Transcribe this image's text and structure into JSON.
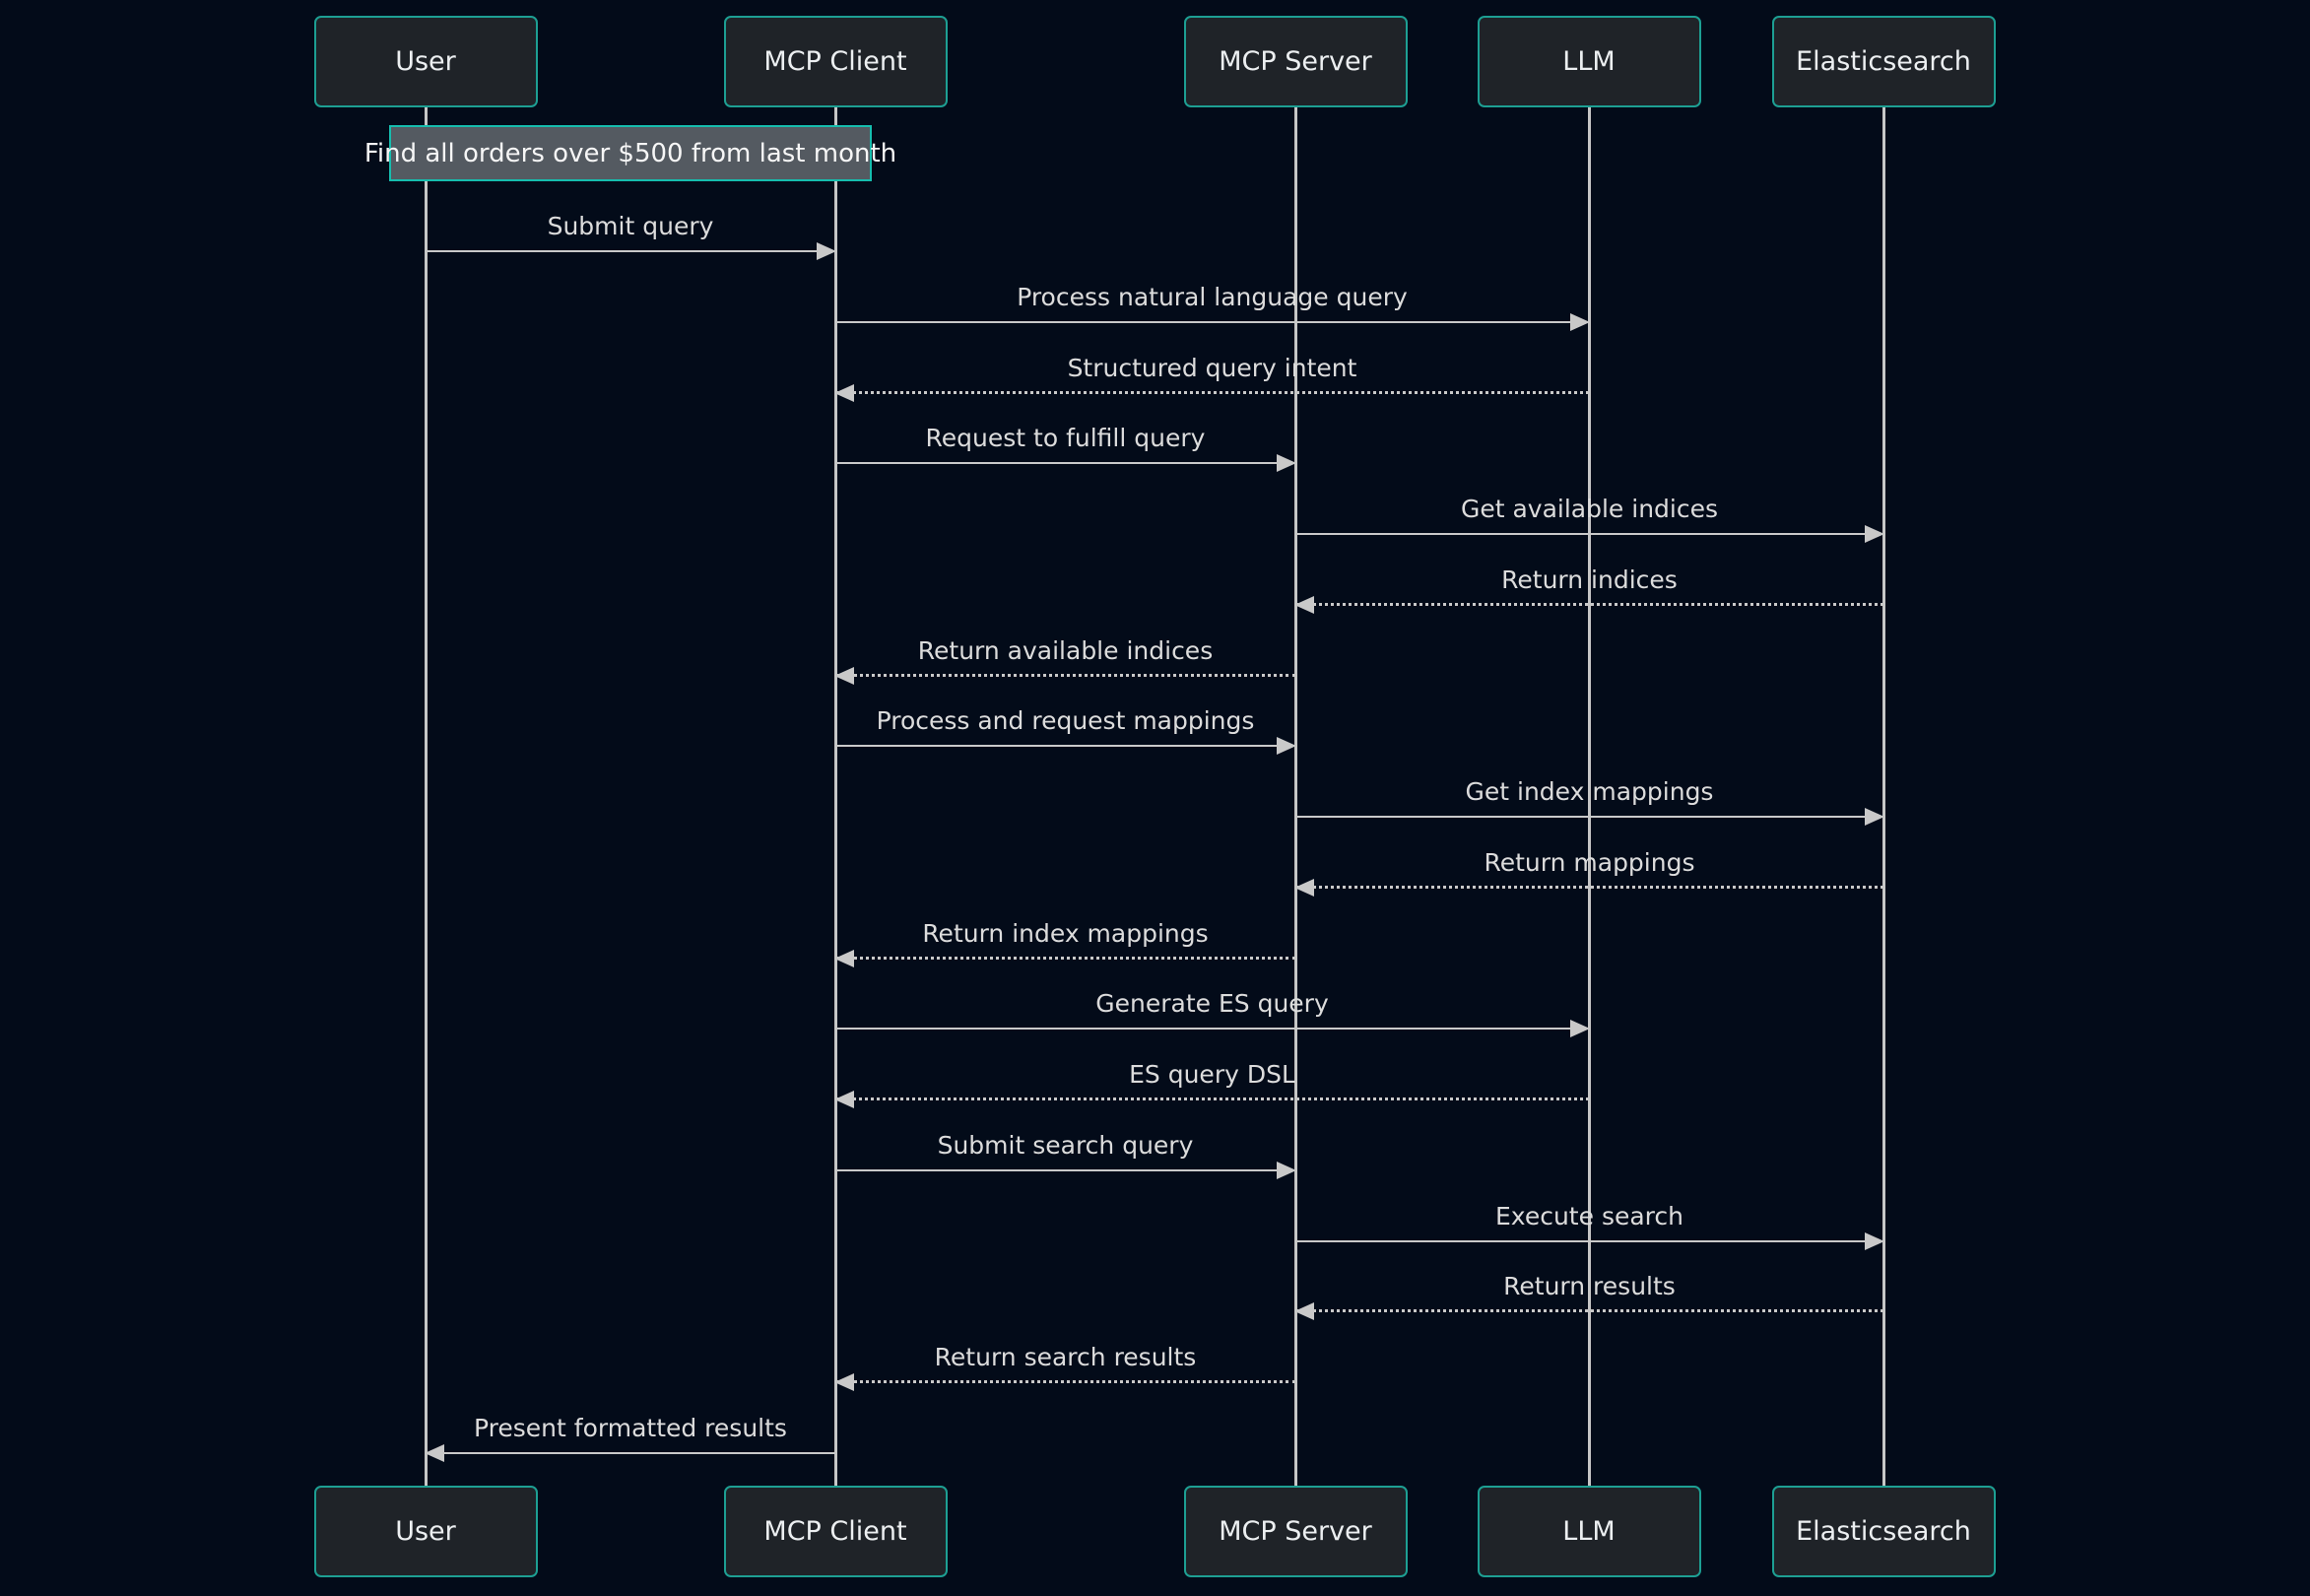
{
  "diagram": {
    "type": "sequence-diagram",
    "actors": [
      {
        "id": "user",
        "label": "User"
      },
      {
        "id": "mcp_client",
        "label": "MCP Client"
      },
      {
        "id": "mcp_server",
        "label": "MCP Server"
      },
      {
        "id": "llm",
        "label": "LLM"
      },
      {
        "id": "elasticsearch",
        "label": "Elasticsearch"
      }
    ],
    "note": {
      "text": "Find all orders over $500 from last month",
      "over": [
        "user",
        "mcp_client"
      ]
    },
    "messages": [
      {
        "from": "user",
        "to": "mcp_client",
        "label": "Submit query",
        "style": "solid"
      },
      {
        "from": "mcp_client",
        "to": "llm",
        "label": "Process natural language query",
        "style": "solid"
      },
      {
        "from": "llm",
        "to": "mcp_client",
        "label": "Structured query intent",
        "style": "dotted"
      },
      {
        "from": "mcp_client",
        "to": "mcp_server",
        "label": "Request to fulfill query",
        "style": "solid"
      },
      {
        "from": "mcp_server",
        "to": "elasticsearch",
        "label": "Get available indices",
        "style": "solid"
      },
      {
        "from": "elasticsearch",
        "to": "mcp_server",
        "label": "Return indices",
        "style": "dotted"
      },
      {
        "from": "mcp_server",
        "to": "mcp_client",
        "label": "Return available indices",
        "style": "dotted"
      },
      {
        "from": "mcp_client",
        "to": "mcp_server",
        "label": "Process and request mappings",
        "style": "solid"
      },
      {
        "from": "mcp_server",
        "to": "elasticsearch",
        "label": "Get index mappings",
        "style": "solid"
      },
      {
        "from": "elasticsearch",
        "to": "mcp_server",
        "label": "Return mappings",
        "style": "dotted"
      },
      {
        "from": "mcp_server",
        "to": "mcp_client",
        "label": "Return index mappings",
        "style": "dotted"
      },
      {
        "from": "mcp_client",
        "to": "llm",
        "label": "Generate ES query",
        "style": "solid"
      },
      {
        "from": "llm",
        "to": "mcp_client",
        "label": "ES query DSL",
        "style": "dotted"
      },
      {
        "from": "mcp_client",
        "to": "mcp_server",
        "label": "Submit search query",
        "style": "solid"
      },
      {
        "from": "mcp_server",
        "to": "elasticsearch",
        "label": "Execute search",
        "style": "solid"
      },
      {
        "from": "elasticsearch",
        "to": "mcp_server",
        "label": "Return results",
        "style": "dotted"
      },
      {
        "from": "mcp_server",
        "to": "mcp_client",
        "label": "Return search results",
        "style": "dotted"
      },
      {
        "from": "mcp_client",
        "to": "user",
        "label": "Present formatted results",
        "style": "solid"
      }
    ],
    "colors": {
      "background": "#030b19",
      "actor_fill": "#1f2328",
      "actor_border": "#1d9f93",
      "note_fill": "#545a61",
      "note_border": "#16bdae",
      "lifeline": "#c6c6c6",
      "message_line": "#c9c9c9",
      "message_text": "#dcdcdc",
      "actor_text": "#eceff1"
    }
  }
}
